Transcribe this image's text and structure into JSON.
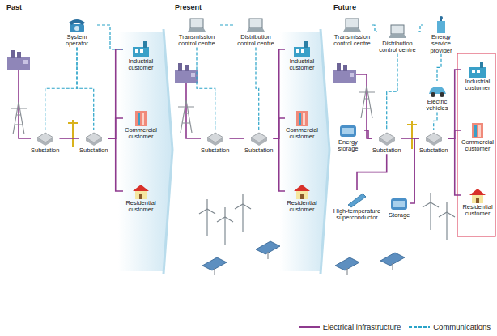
{
  "diagram": {
    "nodes": [
      {
        "text": [
          "System operator"
        ]
      },
      {
        "text": [
          "Substation"
        ]
      },
      {
        "text": [
          "Substation"
        ]
      },
      {
        "text": [
          "Industrial customer"
        ]
      },
      {
        "text": [
          "Commercial customer"
        ]
      },
      {
        "text": [
          "Residential customer"
        ]
      },
      {
        "text": [
          "Transmission control centre"
        ]
      },
      {
        "text": [
          "Distribution control centre"
        ]
      },
      {
        "text": [
          "Substation"
        ]
      },
      {
        "text": [
          "Substation"
        ]
      },
      {
        "text": [
          "Industrial customer"
        ]
      },
      {
        "text": [
          "Commercial customer"
        ]
      },
      {
        "text": [
          "Residential customer"
        ]
      },
      {
        "text": [
          "Transmission control centre"
        ]
      },
      {
        "text": [
          "Distribution control centre"
        ]
      },
      {
        "text": [
          "Energy service provider"
        ]
      },
      {
        "text": [
          "Energy storage"
        ]
      },
      {
        "text": [
          "High-temperature superconductor"
        ]
      },
      {
        "text": [
          "Substation"
        ]
      },
      {
        "text": [
          "Substation"
        ]
      },
      {
        "text": [
          "Electric vehicles"
        ]
      },
      {
        "text": [
          "Storage"
        ]
      },
      {
        "text": [
          "Industrial customer"
        ]
      },
      {
        "text": [
          "Commercial customer"
        ]
      },
      {
        "text": [
          "Residential customer"
        ]
      }
    ],
    "edges": [
      {
        "from": 1,
        "to": 2,
        "arrow": "none"
      },
      {
        "from": 2,
        "to": 3,
        "arrow": "none"
      },
      {
        "from": 2,
        "to": 4,
        "arrow": "none"
      },
      {
        "from": 2,
        "to": 5,
        "arrow": "none"
      },
      {
        "from": 0,
        "to": 1,
        "arrow": "none"
      },
      {
        "from": 0,
        "to": 2,
        "arrow": "none"
      },
      {
        "from": 0,
        "to": 3,
        "arrow": "none"
      },
      {
        "from": 8,
        "to": 9,
        "arrow": "none"
      },
      {
        "from": 9,
        "to": 10,
        "arrow": "none"
      },
      {
        "from": 9,
        "to": 11,
        "arrow": "none"
      },
      {
        "from": 9,
        "to": 12,
        "arrow": "none"
      },
      {
        "from": 6,
        "to": 7,
        "arrow": "none"
      },
      {
        "from": 6,
        "to": 8,
        "arrow": "none"
      },
      {
        "from": 7,
        "to": 9,
        "arrow": "none"
      },
      {
        "from": 16,
        "to": 18,
        "arrow": "none"
      },
      {
        "from": 17,
        "to": 18,
        "arrow": "none"
      },
      {
        "from": 18,
        "to": 19,
        "arrow": "none"
      },
      {
        "from": 21,
        "to": 19,
        "arrow": "none"
      },
      {
        "from": 19,
        "to": 22,
        "arrow": "none"
      },
      {
        "from": 19,
        "to": 23,
        "arrow": "none"
      },
      {
        "from": 19,
        "to": 24,
        "arrow": "none"
      },
      {
        "from": 13,
        "to": 14,
        "arrow": "none"
      },
      {
        "from": 14,
        "to": 15,
        "arrow": "none"
      },
      {
        "from": 14,
        "to": 18,
        "arrow": "none"
      },
      {
        "from": 15,
        "to": 20,
        "arrow": "none"
      },
      {
        "from": 20,
        "to": 19,
        "arrow": "none"
      }
    ],
    "labels": [
      "Past",
      "Present",
      "Future"
    ],
    "legend": [
      {
        "text": "Electrical infrastructure"
      },
      {
        "text": "Communications"
      }
    ]
  }
}
